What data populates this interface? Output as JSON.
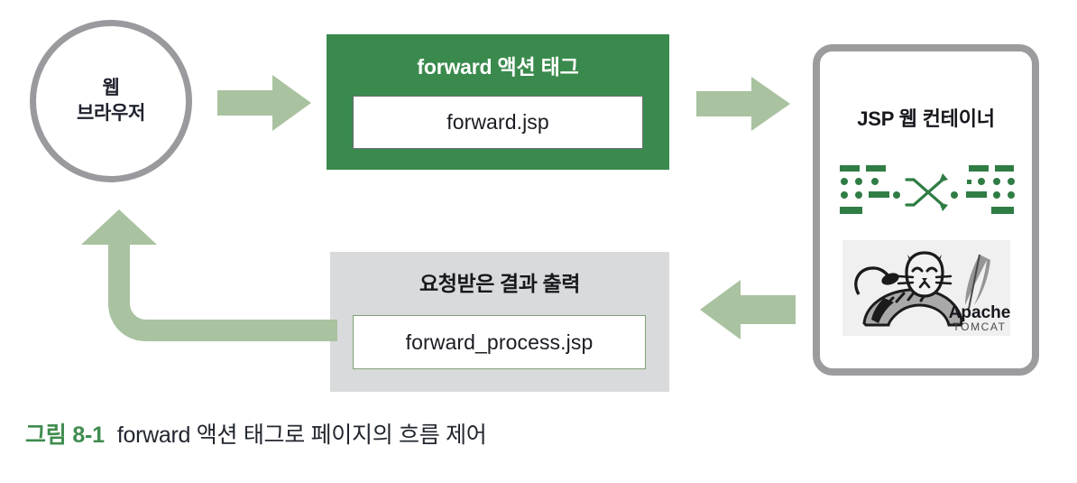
{
  "figure": {
    "number": "그림 8-1",
    "caption": "forward 액션 태그로 페이지의 흐름 제어"
  },
  "browser": {
    "line1": "웹",
    "line2": "브라우저"
  },
  "forward_box": {
    "title": "forward 액션 태그",
    "file": "forward.jsp"
  },
  "result_box": {
    "title": "요청받은 결과 출력",
    "file": "forward_process.jsp"
  },
  "container_panel": {
    "title": "JSP 웹 컨테이너",
    "shuffle_icon": "shuffle-arrows-icon",
    "logo": {
      "name": "apache-tomcat-logo",
      "brand": "Apache",
      "product": "TOMCAT"
    }
  },
  "arrows": [
    {
      "name": "arrow-browser-to-forward",
      "direction": "right"
    },
    {
      "name": "arrow-forward-to-container",
      "direction": "right"
    },
    {
      "name": "arrow-container-to-result",
      "direction": "left"
    },
    {
      "name": "arrow-result-to-browser",
      "direction": "elbow-up"
    }
  ],
  "colors": {
    "green": "#3a8a4d",
    "light_green_arrow": "#a9c2a0",
    "grey_box": "#d9dadb",
    "panel_border": "#9c9c9f",
    "circle_border": "#9a9a9e",
    "caption_green": "#3f8c4f",
    "text_dark": "#16181d"
  }
}
